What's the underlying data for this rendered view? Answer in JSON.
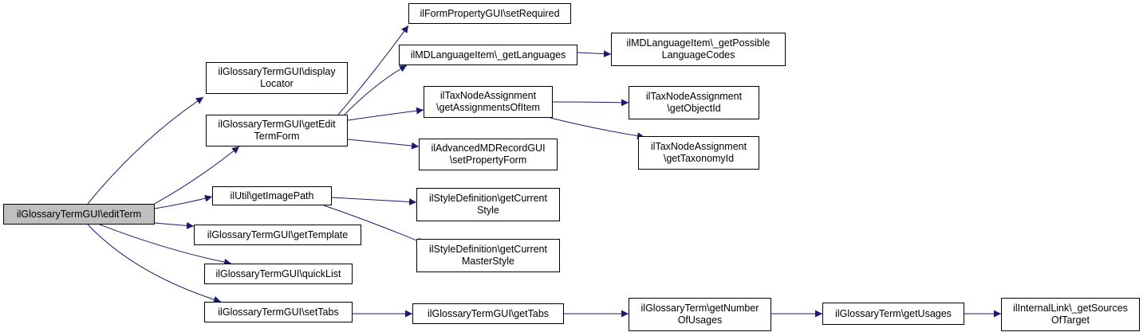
{
  "colors": {
    "edge": "#191970",
    "root_fill": "#bfbfbf",
    "node_fill": "#ffffff",
    "border": "#000000"
  },
  "nodes": [
    {
      "id": "editTerm",
      "label": "ilGlossaryTermGUI\\editTerm",
      "root": true
    },
    {
      "id": "displayLocator",
      "label": "ilGlossaryTermGUI\\display\nLocator"
    },
    {
      "id": "getEditTermForm",
      "label": "ilGlossaryTermGUI\\getEdit\nTermForm"
    },
    {
      "id": "getImagePath",
      "label": "ilUtil\\getImagePath"
    },
    {
      "id": "getTemplate",
      "label": "ilGlossaryTermGUI\\getTemplate"
    },
    {
      "id": "quickList",
      "label": "ilGlossaryTermGUI\\quickList"
    },
    {
      "id": "setTabs",
      "label": "ilGlossaryTermGUI\\setTabs"
    },
    {
      "id": "setRequired",
      "label": "ilFormPropertyGUI\\setRequired"
    },
    {
      "id": "getLanguages",
      "label": "ilMDLanguageItem\\_getLanguages"
    },
    {
      "id": "getAssignmentsOfItem",
      "label": "ilTaxNodeAssignment\n\\getAssignmentsOfItem"
    },
    {
      "id": "setPropertyForm",
      "label": "ilAdvancedMDRecordGUI\n\\setPropertyForm"
    },
    {
      "id": "getCurrentStyle",
      "label": "ilStyleDefinition\\getCurrent\nStyle"
    },
    {
      "id": "getCurrentMasterStyle",
      "label": "ilStyleDefinition\\getCurrent\nMasterStyle"
    },
    {
      "id": "getTabs",
      "label": "ilGlossaryTermGUI\\getTabs"
    },
    {
      "id": "getPossibleLanguageCodes",
      "label": "ilMDLanguageItem\\_getPossible\nLanguageCodes"
    },
    {
      "id": "getObjectId",
      "label": "ilTaxNodeAssignment\n\\getObjectId"
    },
    {
      "id": "getTaxonomyId",
      "label": "ilTaxNodeAssignment\n\\getTaxonomyId"
    },
    {
      "id": "getNumberOfUsages",
      "label": "ilGlossaryTerm\\getNumber\nOfUsages"
    },
    {
      "id": "getUsages",
      "label": "ilGlossaryTerm\\getUsages"
    },
    {
      "id": "getSourcesOfTarget",
      "label": "ilInternalLink\\_getSources\nOfTarget"
    }
  ],
  "edges": [
    [
      "editTerm",
      "displayLocator"
    ],
    [
      "editTerm",
      "getEditTermForm"
    ],
    [
      "editTerm",
      "getImagePath"
    ],
    [
      "editTerm",
      "getTemplate"
    ],
    [
      "editTerm",
      "quickList"
    ],
    [
      "editTerm",
      "setTabs"
    ],
    [
      "getEditTermForm",
      "setRequired"
    ],
    [
      "getEditTermForm",
      "getLanguages"
    ],
    [
      "getEditTermForm",
      "getAssignmentsOfItem"
    ],
    [
      "getEditTermForm",
      "setPropertyForm"
    ],
    [
      "getLanguages",
      "getPossibleLanguageCodes"
    ],
    [
      "getAssignmentsOfItem",
      "getObjectId"
    ],
    [
      "getAssignmentsOfItem",
      "getTaxonomyId"
    ],
    [
      "getImagePath",
      "getCurrentStyle"
    ],
    [
      "getImagePath",
      "getCurrentMasterStyle"
    ],
    [
      "setTabs",
      "getTabs"
    ],
    [
      "getTabs",
      "getNumberOfUsages"
    ],
    [
      "getNumberOfUsages",
      "getUsages"
    ],
    [
      "getUsages",
      "getSourcesOfTarget"
    ]
  ]
}
